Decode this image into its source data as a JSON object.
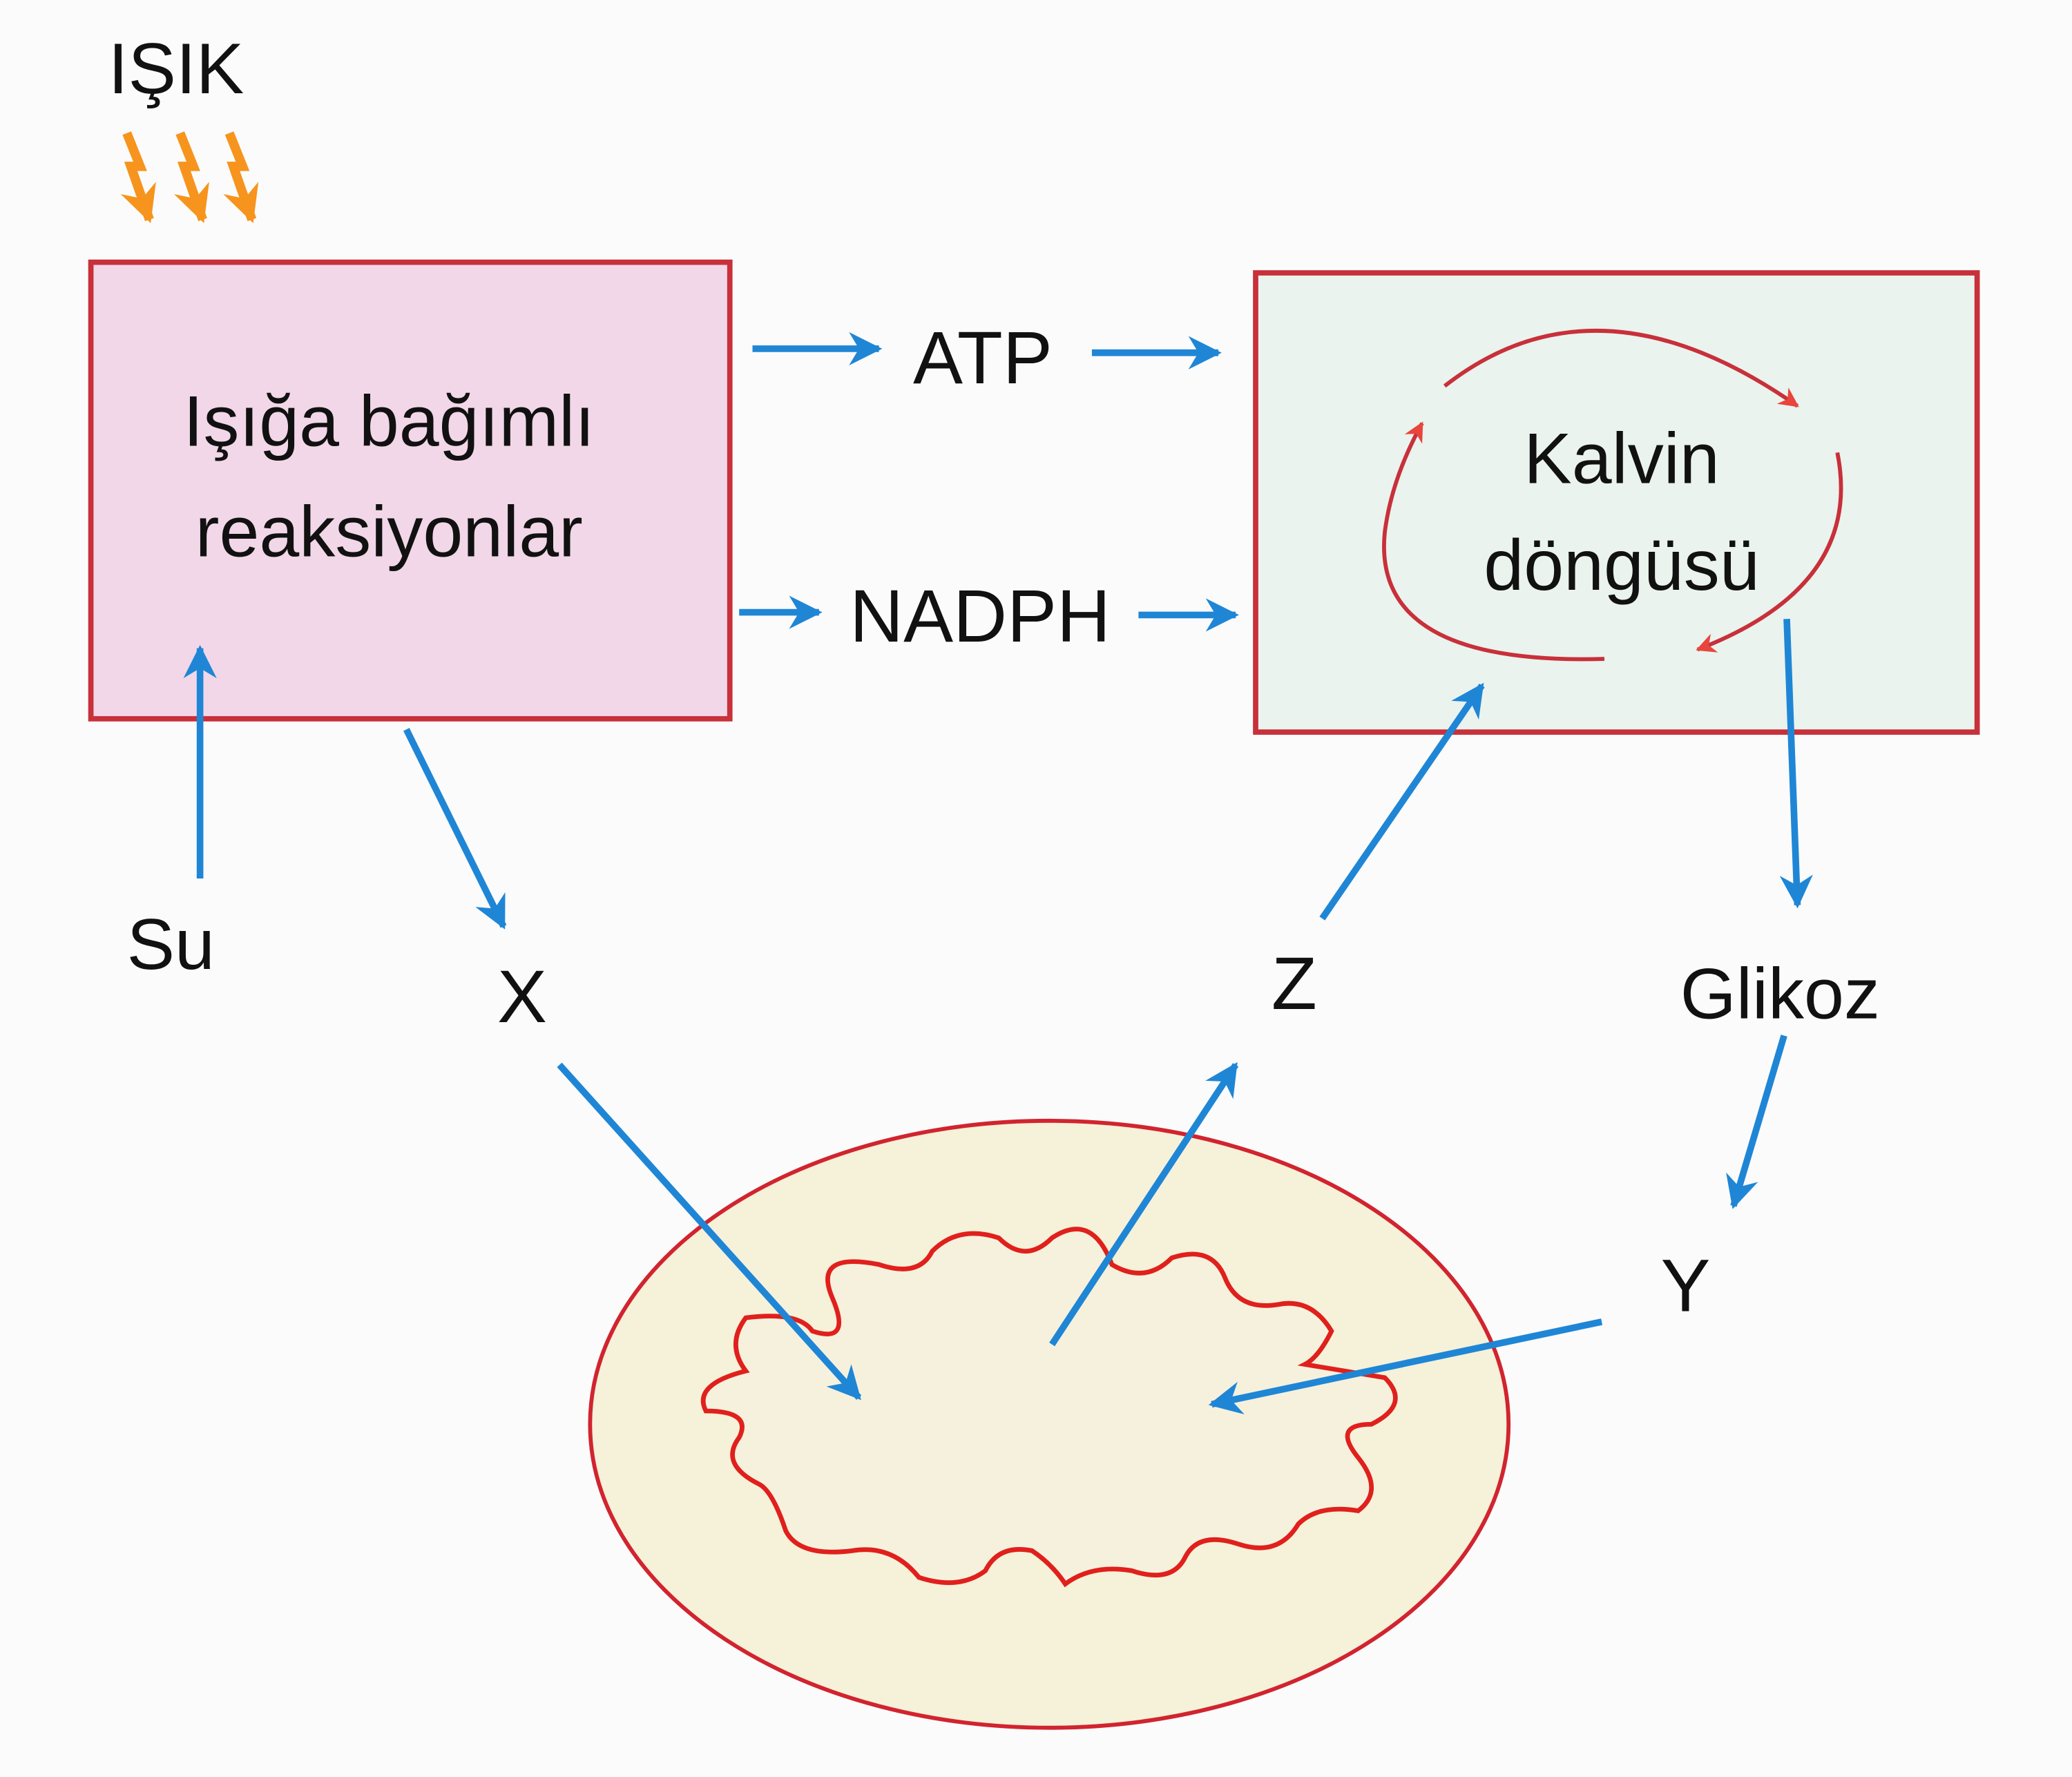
{
  "light_label": "IŞIK",
  "light_box": {
    "line1": "Işığa bağımlı",
    "line2": "reaksiyonlar"
  },
  "products": {
    "atp": "ATP",
    "nadph": "NADPH"
  },
  "calvin_box": {
    "line1": "Kalvin",
    "line2": "döngüsü"
  },
  "inputs": {
    "water": "Su"
  },
  "labels": {
    "x": "X",
    "z": "Z",
    "y": "Y",
    "glucose": "Glikoz"
  },
  "colors": {
    "arrow": "#1f86d6",
    "light_arrow": "#f7941d",
    "outline": "#d1242f",
    "light_box_fill": "#f2d7e8",
    "calvin_box_fill": "#eaf3ee",
    "organelle_fill": "#f6f1d9"
  }
}
